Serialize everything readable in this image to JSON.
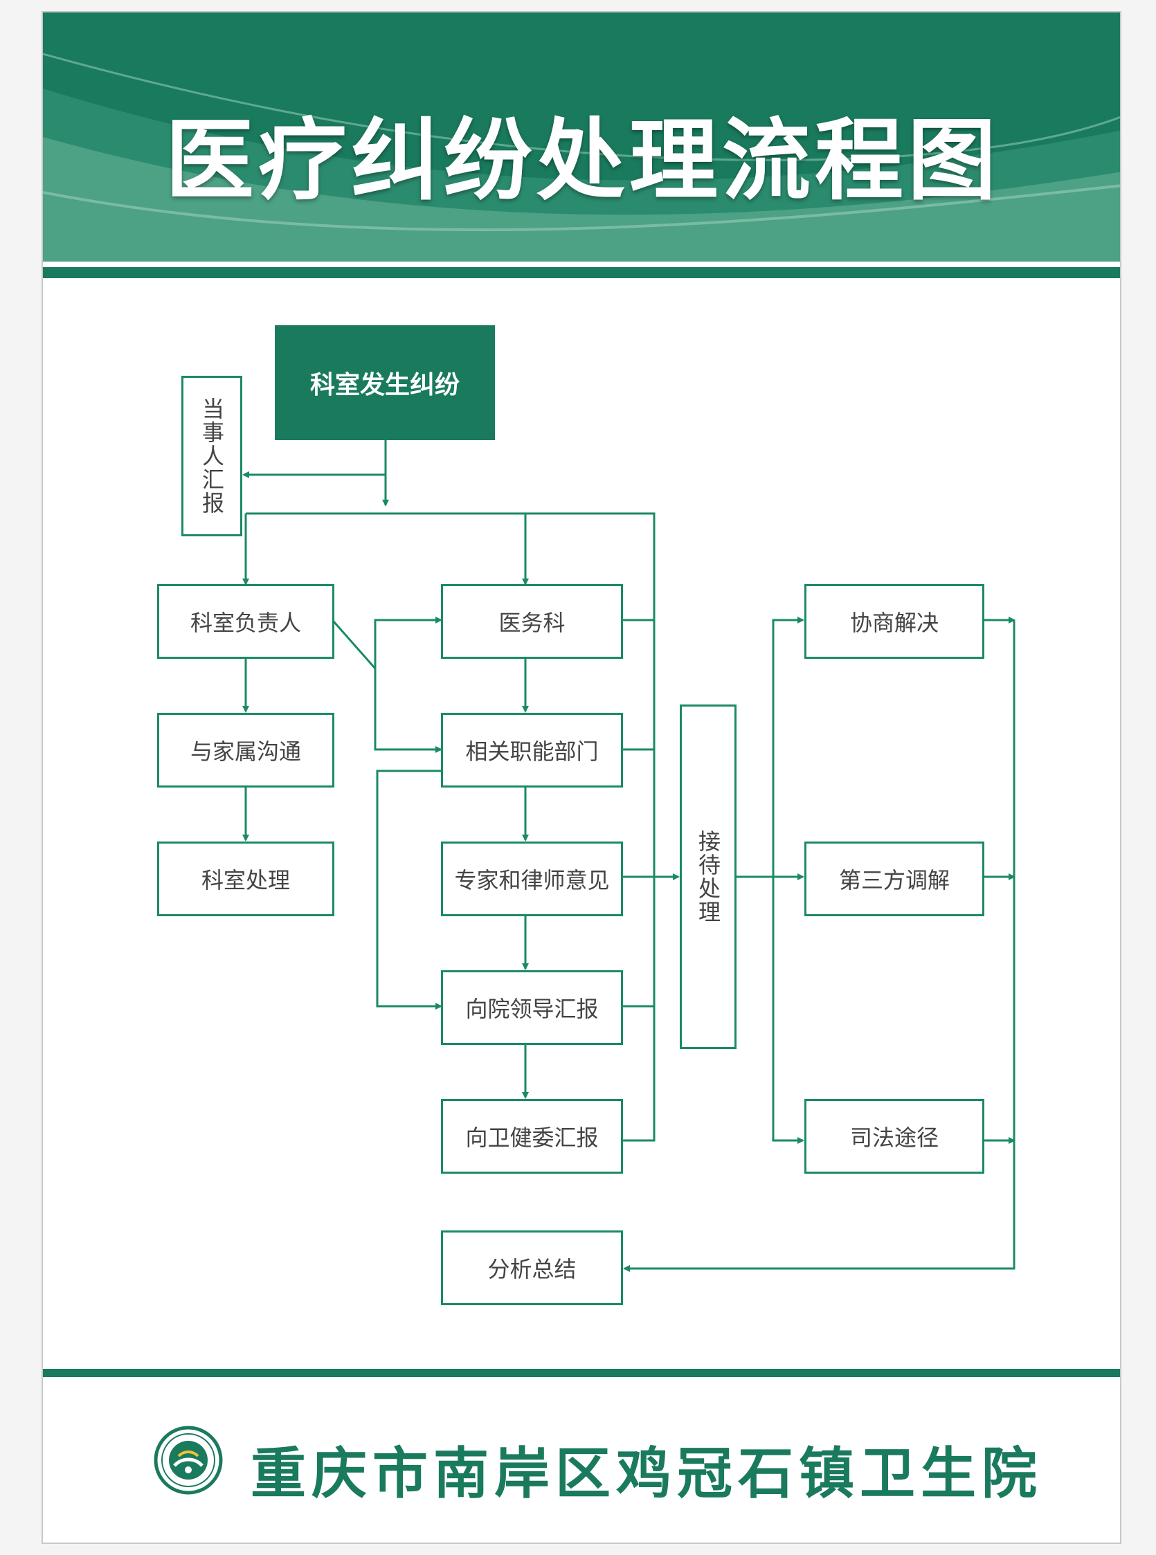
{
  "title": "医疗纠纷处理流程图",
  "footer": {
    "organization": "重庆市南岸区鸡冠石镇卫生院"
  },
  "colors": {
    "primary": "#1a7a5e",
    "light": "#5aa88e",
    "box_border": "#1a8a66"
  },
  "flow": {
    "start": "科室发生纠纷",
    "party_report": "当事人汇报",
    "dept_head": "科室负责人",
    "family_comm": "与家属沟通",
    "dept_handle": "科室处理",
    "medical_affairs": "医务科",
    "related_depts": "相关职能部门",
    "expert_lawyer": "专家和律师意见",
    "report_hospital": "向院领导汇报",
    "report_health_commission": "向卫健委汇报",
    "reception": "接待处理",
    "negotiation": "协商解决",
    "third_party": "第三方调解",
    "judicial": "司法途径",
    "summary": "分析总结"
  }
}
